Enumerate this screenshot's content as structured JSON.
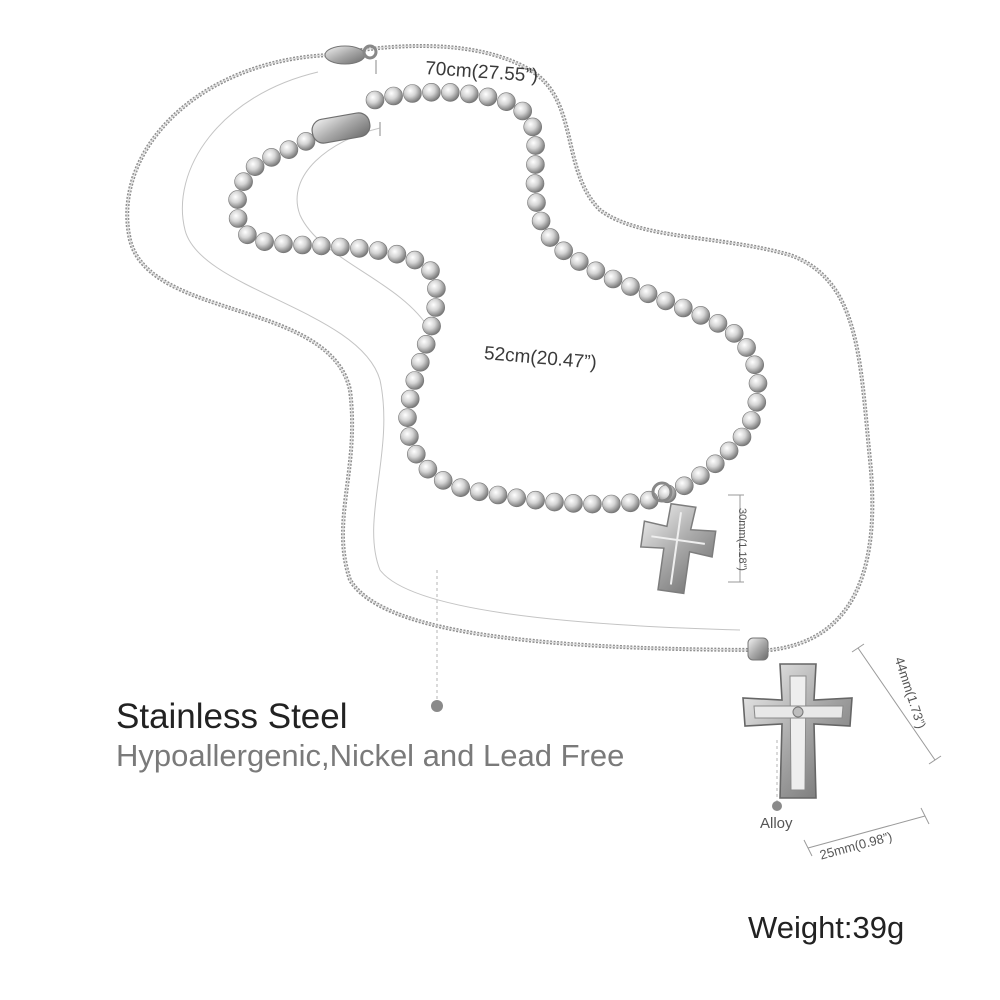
{
  "product": {
    "chain_length_long": "70cm(27.55”)",
    "chain_length_short": "52cm(20.47”)",
    "small_pendant_height": "30mm(1.18”)",
    "large_pendant_height": "44mm(1.73”)",
    "large_pendant_width": "25mm(0.98”)",
    "pendant_material": "Alloy",
    "material": "Stainless Steel",
    "features": "Hypoallergenic,Nickel and Lead Free",
    "weight": "Weight:39g"
  },
  "colors": {
    "metal": "#c9c9c9",
    "metal_dark": "#7d7d7d",
    "guide_line": "#b8b8b8",
    "marker_dot": "#8a8a8a"
  }
}
